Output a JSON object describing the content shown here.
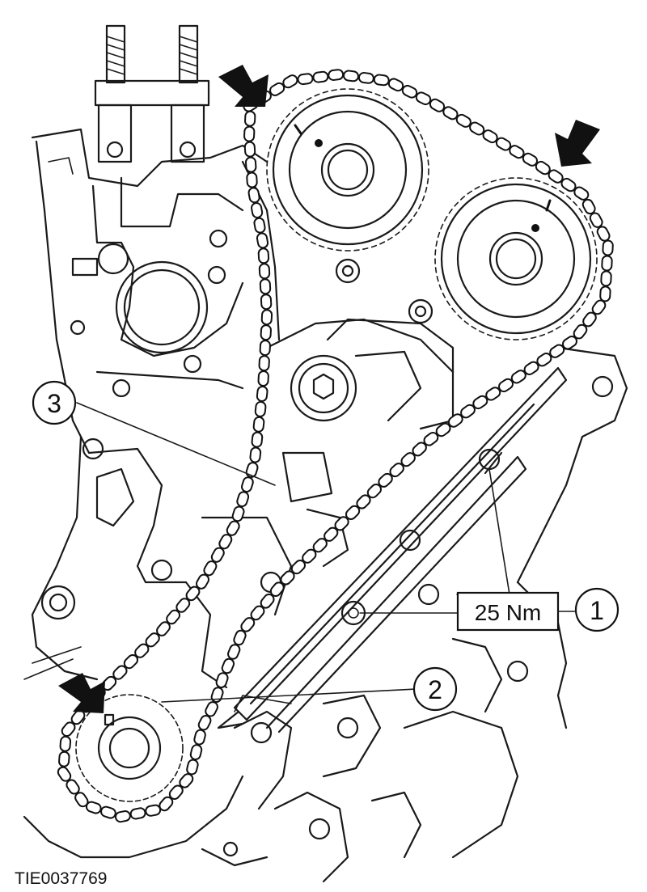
{
  "figure": {
    "reference_code": "TIE0037769",
    "torque_spec": "25 Nm",
    "callouts": [
      {
        "number": "1"
      },
      {
        "number": "2"
      },
      {
        "number": "3"
      }
    ],
    "arrow_icon": "arrow-down-right-icon"
  },
  "colors": {
    "ink": "#111111",
    "background": "#ffffff"
  }
}
